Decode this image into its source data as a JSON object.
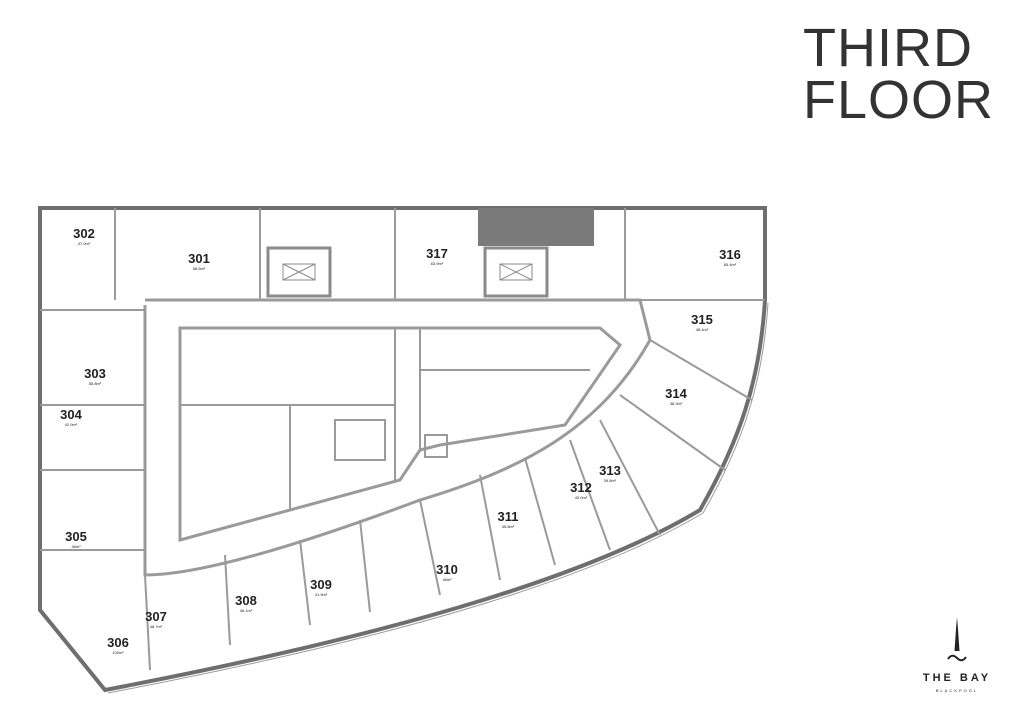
{
  "title": {
    "line1": "THIRD",
    "line2": "FLOOR"
  },
  "colors": {
    "wall": "#6e6e6e",
    "core": "#7a7a7a",
    "line": "#9a9a9a",
    "text": "#222222"
  },
  "units": [
    {
      "number": "302",
      "area": "47.0m²"
    },
    {
      "number": "301",
      "area": "58.6m²"
    },
    {
      "number": "317",
      "area": "63.9m²"
    },
    {
      "number": "316",
      "area": "65.4m²"
    },
    {
      "number": "315",
      "area": "48.4m²"
    },
    {
      "number": "314",
      "area": "38.3m²"
    },
    {
      "number": "313",
      "area": "39.8m²"
    },
    {
      "number": "312",
      "area": "40.0m²"
    },
    {
      "number": "311",
      "area": "45.8m²"
    },
    {
      "number": "310",
      "area": "48m²"
    },
    {
      "number": "309",
      "area": "41.9m²"
    },
    {
      "number": "308",
      "area": "46.1m²"
    },
    {
      "number": "307",
      "area": "48.7m²"
    },
    {
      "number": "306",
      "area": "100m²"
    },
    {
      "number": "305",
      "area": "46m²"
    },
    {
      "number": "304",
      "area": "42.9m²"
    },
    {
      "number": "303",
      "area": "55.8m²"
    }
  ],
  "logo": {
    "name": "THE BAY",
    "sub": "BLACKPOOL"
  }
}
